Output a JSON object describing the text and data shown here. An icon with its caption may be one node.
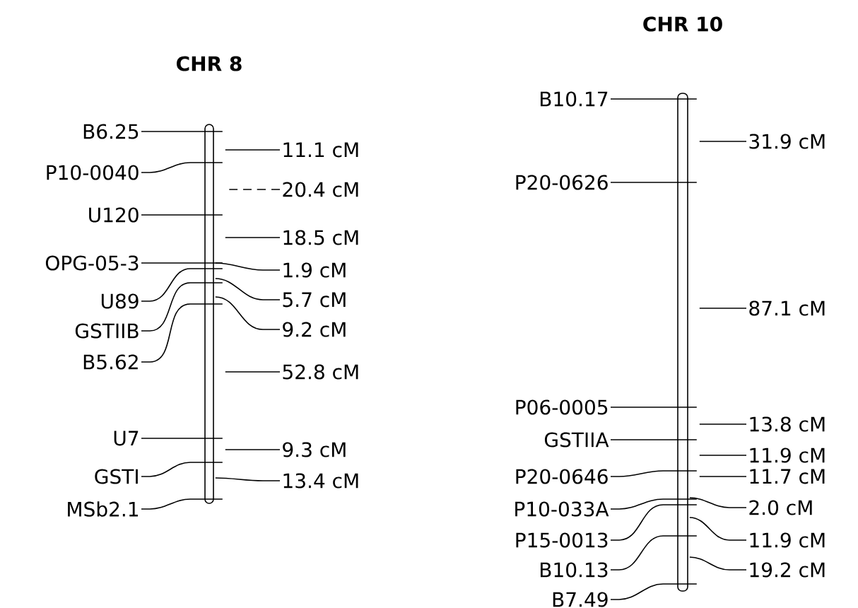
{
  "diagram": {
    "nodes": [
      {
        "text": [
          "CHR 8"
        ]
      },
      {
        "text": [
          "B6.25"
        ]
      },
      {
        "text": [
          "P10-0040"
        ]
      },
      {
        "text": [
          "U120"
        ]
      },
      {
        "text": [
          "OPG-05-3"
        ]
      },
      {
        "text": [
          "U89"
        ]
      },
      {
        "text": [
          "GSTIIB"
        ]
      },
      {
        "text": [
          "B5.62"
        ]
      },
      {
        "text": [
          "U7"
        ]
      },
      {
        "text": [
          "GSTI"
        ]
      },
      {
        "text": [
          "MSb2.1"
        ]
      },
      {
        "text": [
          "11.1 cM"
        ]
      },
      {
        "text": [
          "20.4 cM"
        ]
      },
      {
        "text": [
          "18.5 cM"
        ]
      },
      {
        "text": [
          "1.9 cM"
        ]
      },
      {
        "text": [
          "5.7 cM"
        ]
      },
      {
        "text": [
          "9.2 cM"
        ]
      },
      {
        "text": [
          "52.8 cM"
        ]
      },
      {
        "text": [
          "9.3 cM"
        ]
      },
      {
        "text": [
          "13.4 cM"
        ]
      },
      {
        "text": [
          "CHR 10"
        ]
      },
      {
        "text": [
          "B10.17"
        ]
      },
      {
        "text": [
          "P20-0626"
        ]
      },
      {
        "text": [
          "P06-0005"
        ]
      },
      {
        "text": [
          "GSTIIA"
        ]
      },
      {
        "text": [
          "P20-0646"
        ]
      },
      {
        "text": [
          "P10-033A"
        ]
      },
      {
        "text": [
          "P15-0013"
        ]
      },
      {
        "text": [
          "B10.13"
        ]
      },
      {
        "text": [
          "B7.49"
        ]
      },
      {
        "text": [
          "31.9 cM"
        ]
      },
      {
        "text": [
          "87.1 cM"
        ]
      },
      {
        "text": [
          "13.8 cM"
        ]
      },
      {
        "text": [
          "11.9 cM"
        ]
      },
      {
        "text": [
          "11.7 cM"
        ]
      },
      {
        "text": [
          "2.0 cM"
        ]
      },
      {
        "text": [
          "11.9 cM"
        ]
      },
      {
        "text": [
          "19.2 cM"
        ]
      }
    ],
    "edges": [
      {
        "from": 1,
        "to": 0,
        "arrow": "none"
      },
      {
        "from": 2,
        "to": 0,
        "arrow": "none"
      },
      {
        "from": 3,
        "to": 0,
        "arrow": "none"
      },
      {
        "from": 4,
        "to": 0,
        "arrow": "none"
      },
      {
        "from": 5,
        "to": 0,
        "arrow": "none"
      },
      {
        "from": 6,
        "to": 0,
        "arrow": "none"
      },
      {
        "from": 7,
        "to": 0,
        "arrow": "none"
      },
      {
        "from": 8,
        "to": 0,
        "arrow": "none"
      },
      {
        "from": 9,
        "to": 0,
        "arrow": "none"
      },
      {
        "from": 10,
        "to": 0,
        "arrow": "none"
      },
      {
        "from": 11,
        "to": 0,
        "arrow": "none"
      },
      {
        "from": 12,
        "to": 0,
        "arrow": "none",
        "style": "dashed"
      },
      {
        "from": 13,
        "to": 0,
        "arrow": "none"
      },
      {
        "from": 14,
        "to": 0,
        "arrow": "none"
      },
      {
        "from": 15,
        "to": 0,
        "arrow": "none"
      },
      {
        "from": 16,
        "to": 0,
        "arrow": "none"
      },
      {
        "from": 17,
        "to": 0,
        "arrow": "none"
      },
      {
        "from": 18,
        "to": 0,
        "arrow": "none"
      },
      {
        "from": 19,
        "to": 0,
        "arrow": "none"
      },
      {
        "from": 21,
        "to": 20,
        "arrow": "none"
      },
      {
        "from": 22,
        "to": 20,
        "arrow": "none"
      },
      {
        "from": 23,
        "to": 20,
        "arrow": "none"
      },
      {
        "from": 24,
        "to": 20,
        "arrow": "none"
      },
      {
        "from": 25,
        "to": 20,
        "arrow": "none"
      },
      {
        "from": 26,
        "to": 20,
        "arrow": "none"
      },
      {
        "from": 27,
        "to": 20,
        "arrow": "none"
      },
      {
        "from": 28,
        "to": 20,
        "arrow": "none"
      },
      {
        "from": 29,
        "to": 20,
        "arrow": "none"
      },
      {
        "from": 30,
        "to": 20,
        "arrow": "none"
      },
      {
        "from": 31,
        "to": 20,
        "arrow": "none"
      },
      {
        "from": 32,
        "to": 20,
        "arrow": "none"
      },
      {
        "from": 33,
        "to": 20,
        "arrow": "none"
      },
      {
        "from": 34,
        "to": 20,
        "arrow": "none"
      },
      {
        "from": 35,
        "to": 20,
        "arrow": "none"
      },
      {
        "from": 36,
        "to": 20,
        "arrow": "none"
      },
      {
        "from": 37,
        "to": 20,
        "arrow": "none"
      }
    ]
  }
}
